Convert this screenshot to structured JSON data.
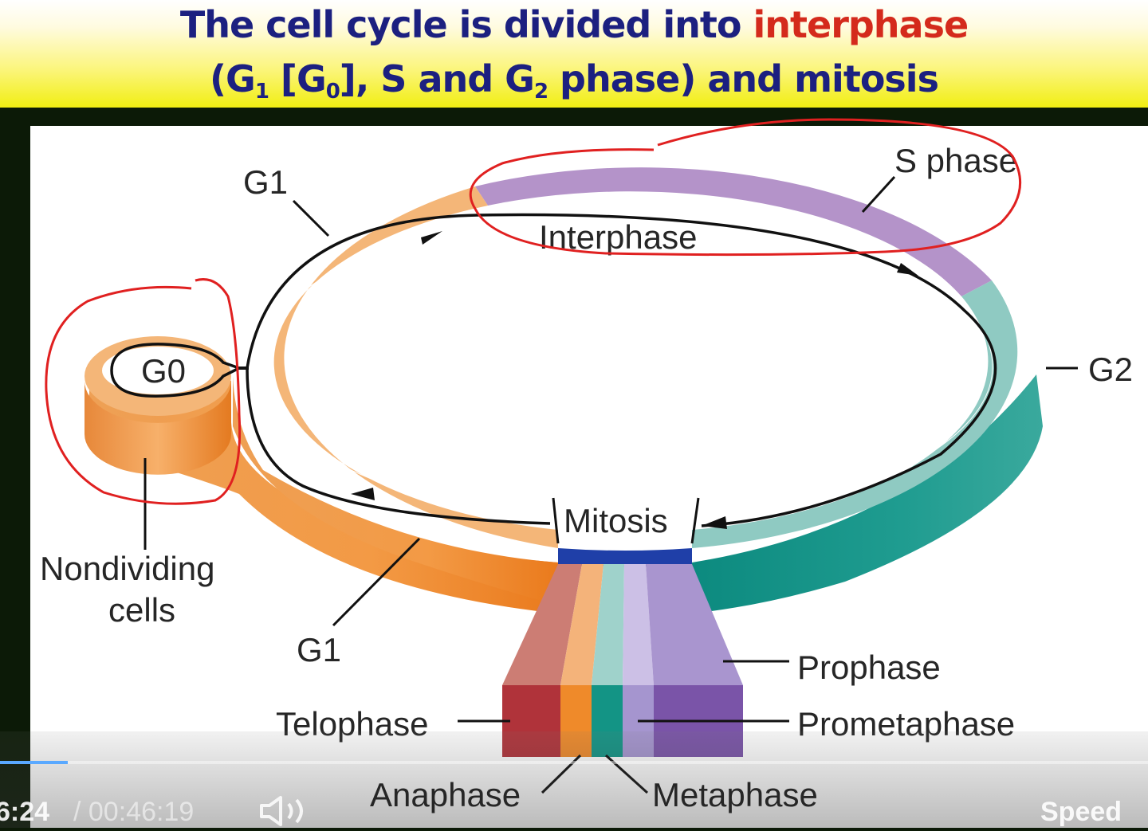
{
  "header": {
    "line1_prefix": "The cell cycle is divided into ",
    "line1_highlight": "interphase",
    "line2_parts": [
      "(G",
      "1",
      " [G",
      "0",
      "], S and G",
      "2",
      " phase) and mitosis"
    ]
  },
  "diagram": {
    "labels": {
      "g1_top": "G1",
      "s_phase": "S phase",
      "interphase": "Interphase",
      "g0": "G0",
      "g2": "G2",
      "mitosis": "Mitosis",
      "nondividing_1": "Nondividing",
      "nondividing_2": "cells",
      "g1_bottom": "G1",
      "prophase": "Prophase",
      "prometaphase": "Prometaphase",
      "telophase": "Telophase",
      "anaphase": "Anaphase",
      "metaphase": "Metaphase"
    },
    "colors": {
      "g1": "#f0a050",
      "s_phase": "#b493c9",
      "g2": "#4fb3a9",
      "mitosis_band": "#1f3fa8",
      "telophase": "#b0333a",
      "anaphase": "#ef8a2a",
      "metaphase": "#139485",
      "prometaphase": "#a595cf",
      "prophase": "#7a54a8",
      "annotation": "#e02020"
    }
  },
  "player": {
    "current_time": "6:24",
    "separator_total": "/ 00:46:19",
    "speed_label": "Speed",
    "volume_icon": "speaker-icon"
  }
}
